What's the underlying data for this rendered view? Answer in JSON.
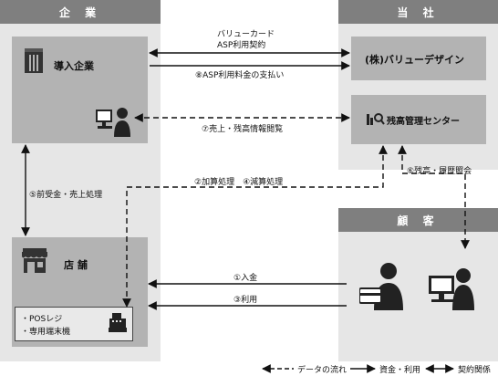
{
  "headers": {
    "left": "企 業",
    "right": "当 社",
    "customer": "顧 客"
  },
  "boxes": {
    "company": "導入企業",
    "store": "店 舗",
    "store_inner_1": "・POSレジ",
    "store_inner_2": "・専用端末機",
    "value_design": "(株)バリューデザイン",
    "balance_center": "残高管理センター"
  },
  "flows": {
    "card_line1": "バリューカード",
    "card_line2": "ASP利用契約",
    "fee": "⑧ASP利用料金の支払い",
    "sales_view": "⑦売上・残高情報閲覧",
    "add_sub": "②加算処理　④減算処理",
    "balance_inquiry": "⑥残高・履歴照会",
    "prepay": "⑤前受金・売上処理",
    "deposit": "①入金",
    "use": "③利用"
  },
  "legend": {
    "data": "データの流れ",
    "money": "資金・利用",
    "contract": "契約関係"
  },
  "icons": [
    "building-icon",
    "person-computer-icon",
    "shop-icon",
    "cash-register-icon",
    "balance-center-icon",
    "person-card-icon",
    "person-computer-icon"
  ]
}
